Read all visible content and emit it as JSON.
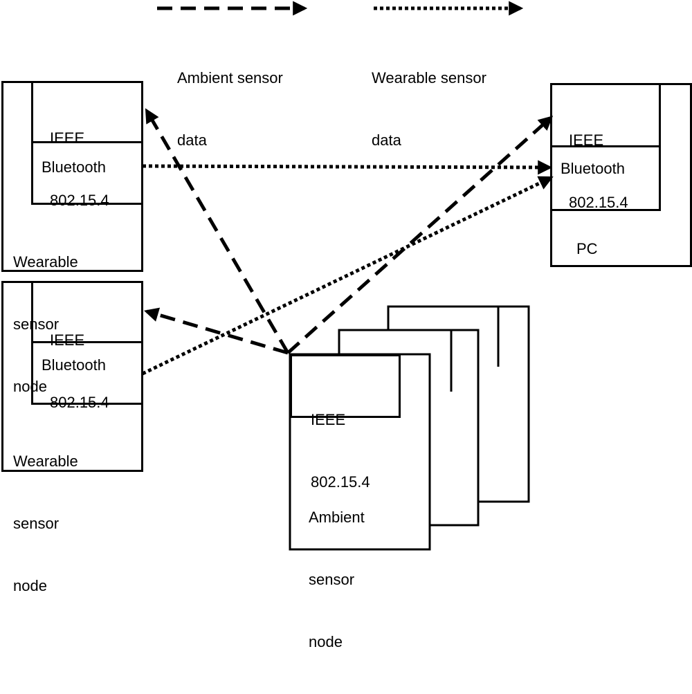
{
  "legend": {
    "ambient": {
      "line1": "Ambient sensor",
      "line2": "data"
    },
    "wearable": {
      "line1": "Wearable sensor",
      "line2": "data"
    }
  },
  "wearable_node_1": {
    "ieee_line1": "IEEE",
    "ieee_line2": "802.15.4",
    "bluetooth": "Bluetooth",
    "name_line1": "Wearable",
    "name_line2": "sensor",
    "name_line3": "node"
  },
  "wearable_node_2": {
    "ieee_line1": "IEEE",
    "ieee_line2": "802.15.4",
    "bluetooth": "Bluetooth",
    "name_line1": "Wearable",
    "name_line2": "sensor",
    "name_line3": "node"
  },
  "pc": {
    "ieee_line1": "IEEE",
    "ieee_line2": "802.15.4",
    "bluetooth": "Bluetooth",
    "name": "PC"
  },
  "ambient_node": {
    "ieee_line1": "IEEE",
    "ieee_line2": "802.15.4",
    "name_line1": "Ambient",
    "name_line2": "sensor",
    "name_line3": "node"
  },
  "style": {
    "stroke_color": "#000000",
    "background": "#ffffff",
    "ambient_line": "dashed",
    "wearable_line": "dotted"
  }
}
